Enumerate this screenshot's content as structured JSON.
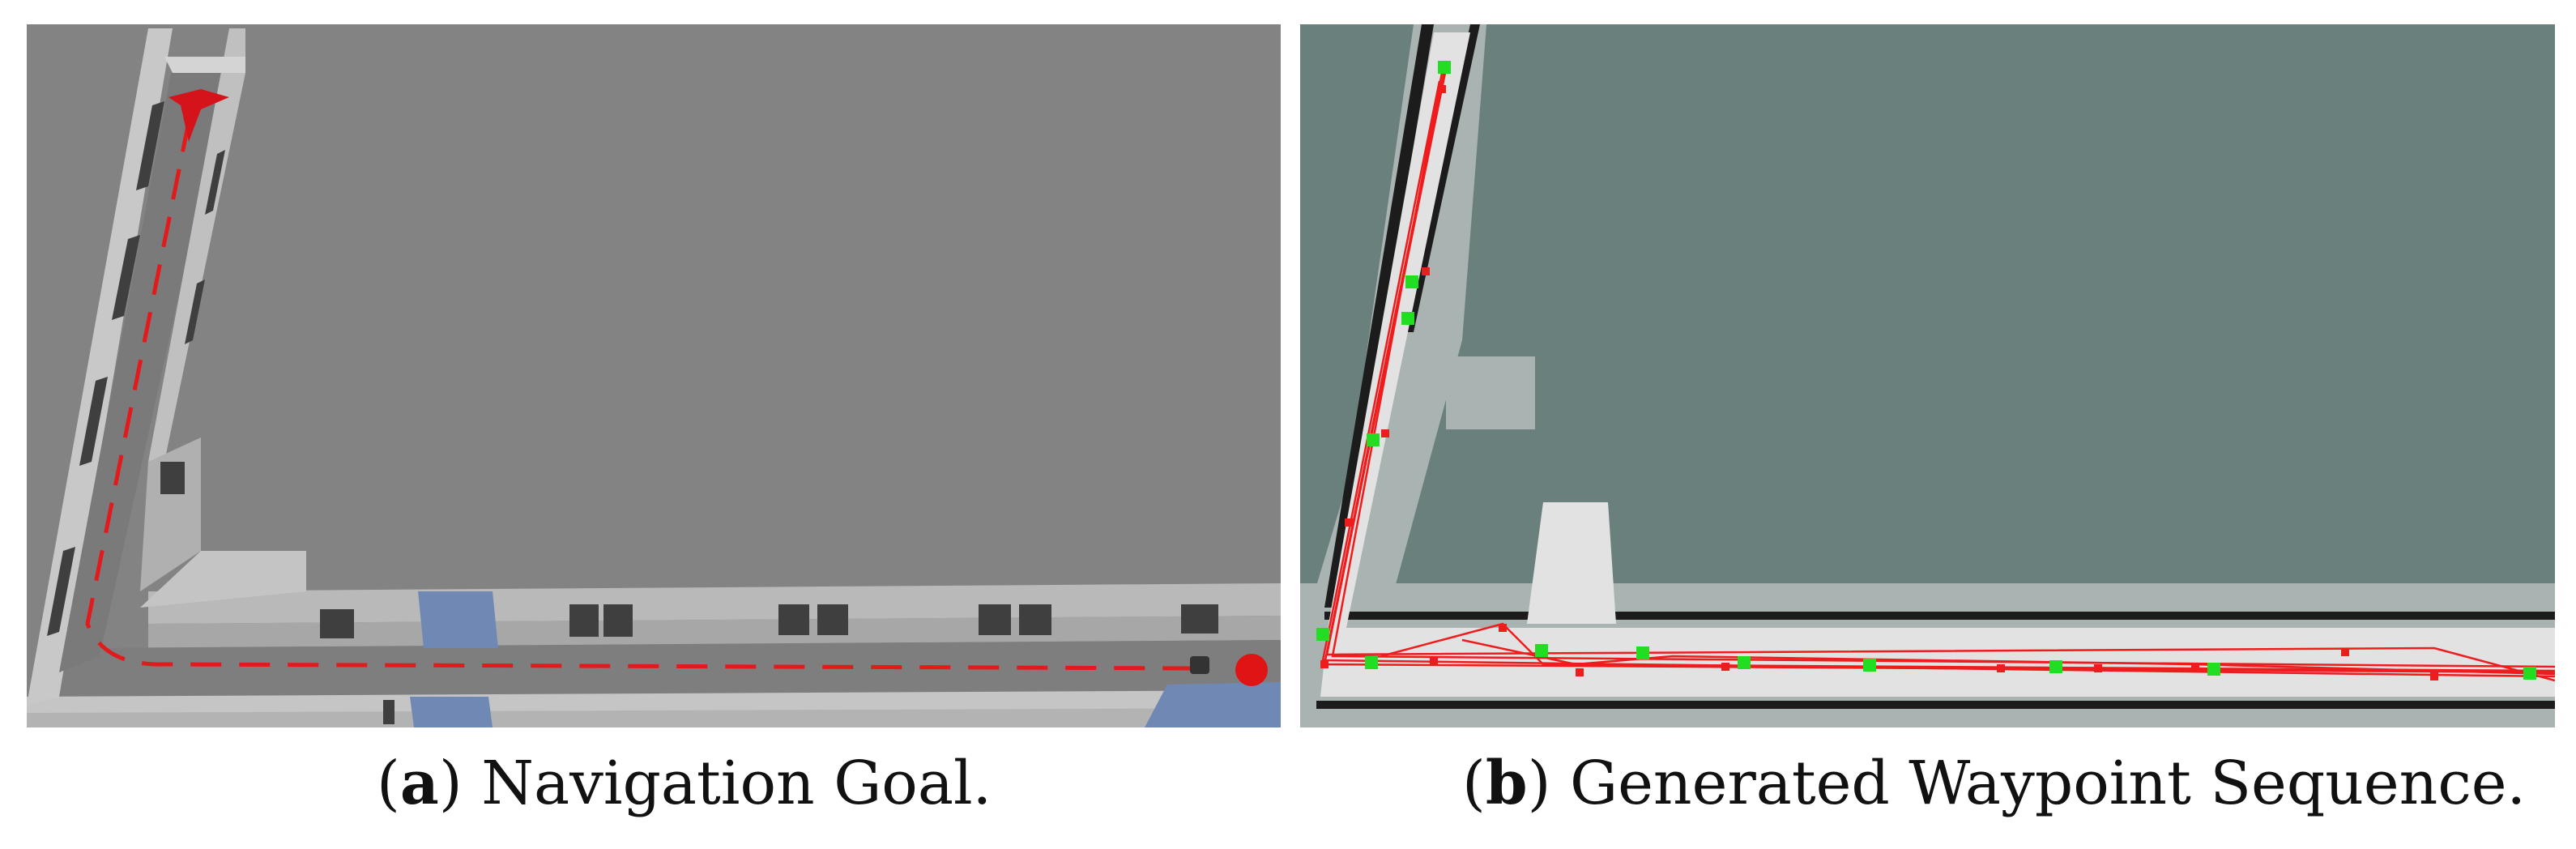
{
  "captions": {
    "a": {
      "open": "(",
      "letter": "a",
      "close": ")",
      "text": " Navigation Goal."
    },
    "b": {
      "open": "(",
      "letter": "b",
      "close": ")",
      "text": " Generated Waypoint Sequence."
    }
  },
  "colors": {
    "sim_background": "#838383",
    "wall_light": "#c4c4c4",
    "floor": "#7e7e7e",
    "map_unknown": "#6a807d",
    "map_free": "#e2e2e2",
    "path_red": "#e31a1c",
    "waypoint_green": "#22dd22",
    "tile_blue": "#7088b4"
  },
  "icons": {
    "goal": "red-arrow-goal-icon",
    "start": "red-dot-start-icon",
    "robot": "robot-icon"
  }
}
